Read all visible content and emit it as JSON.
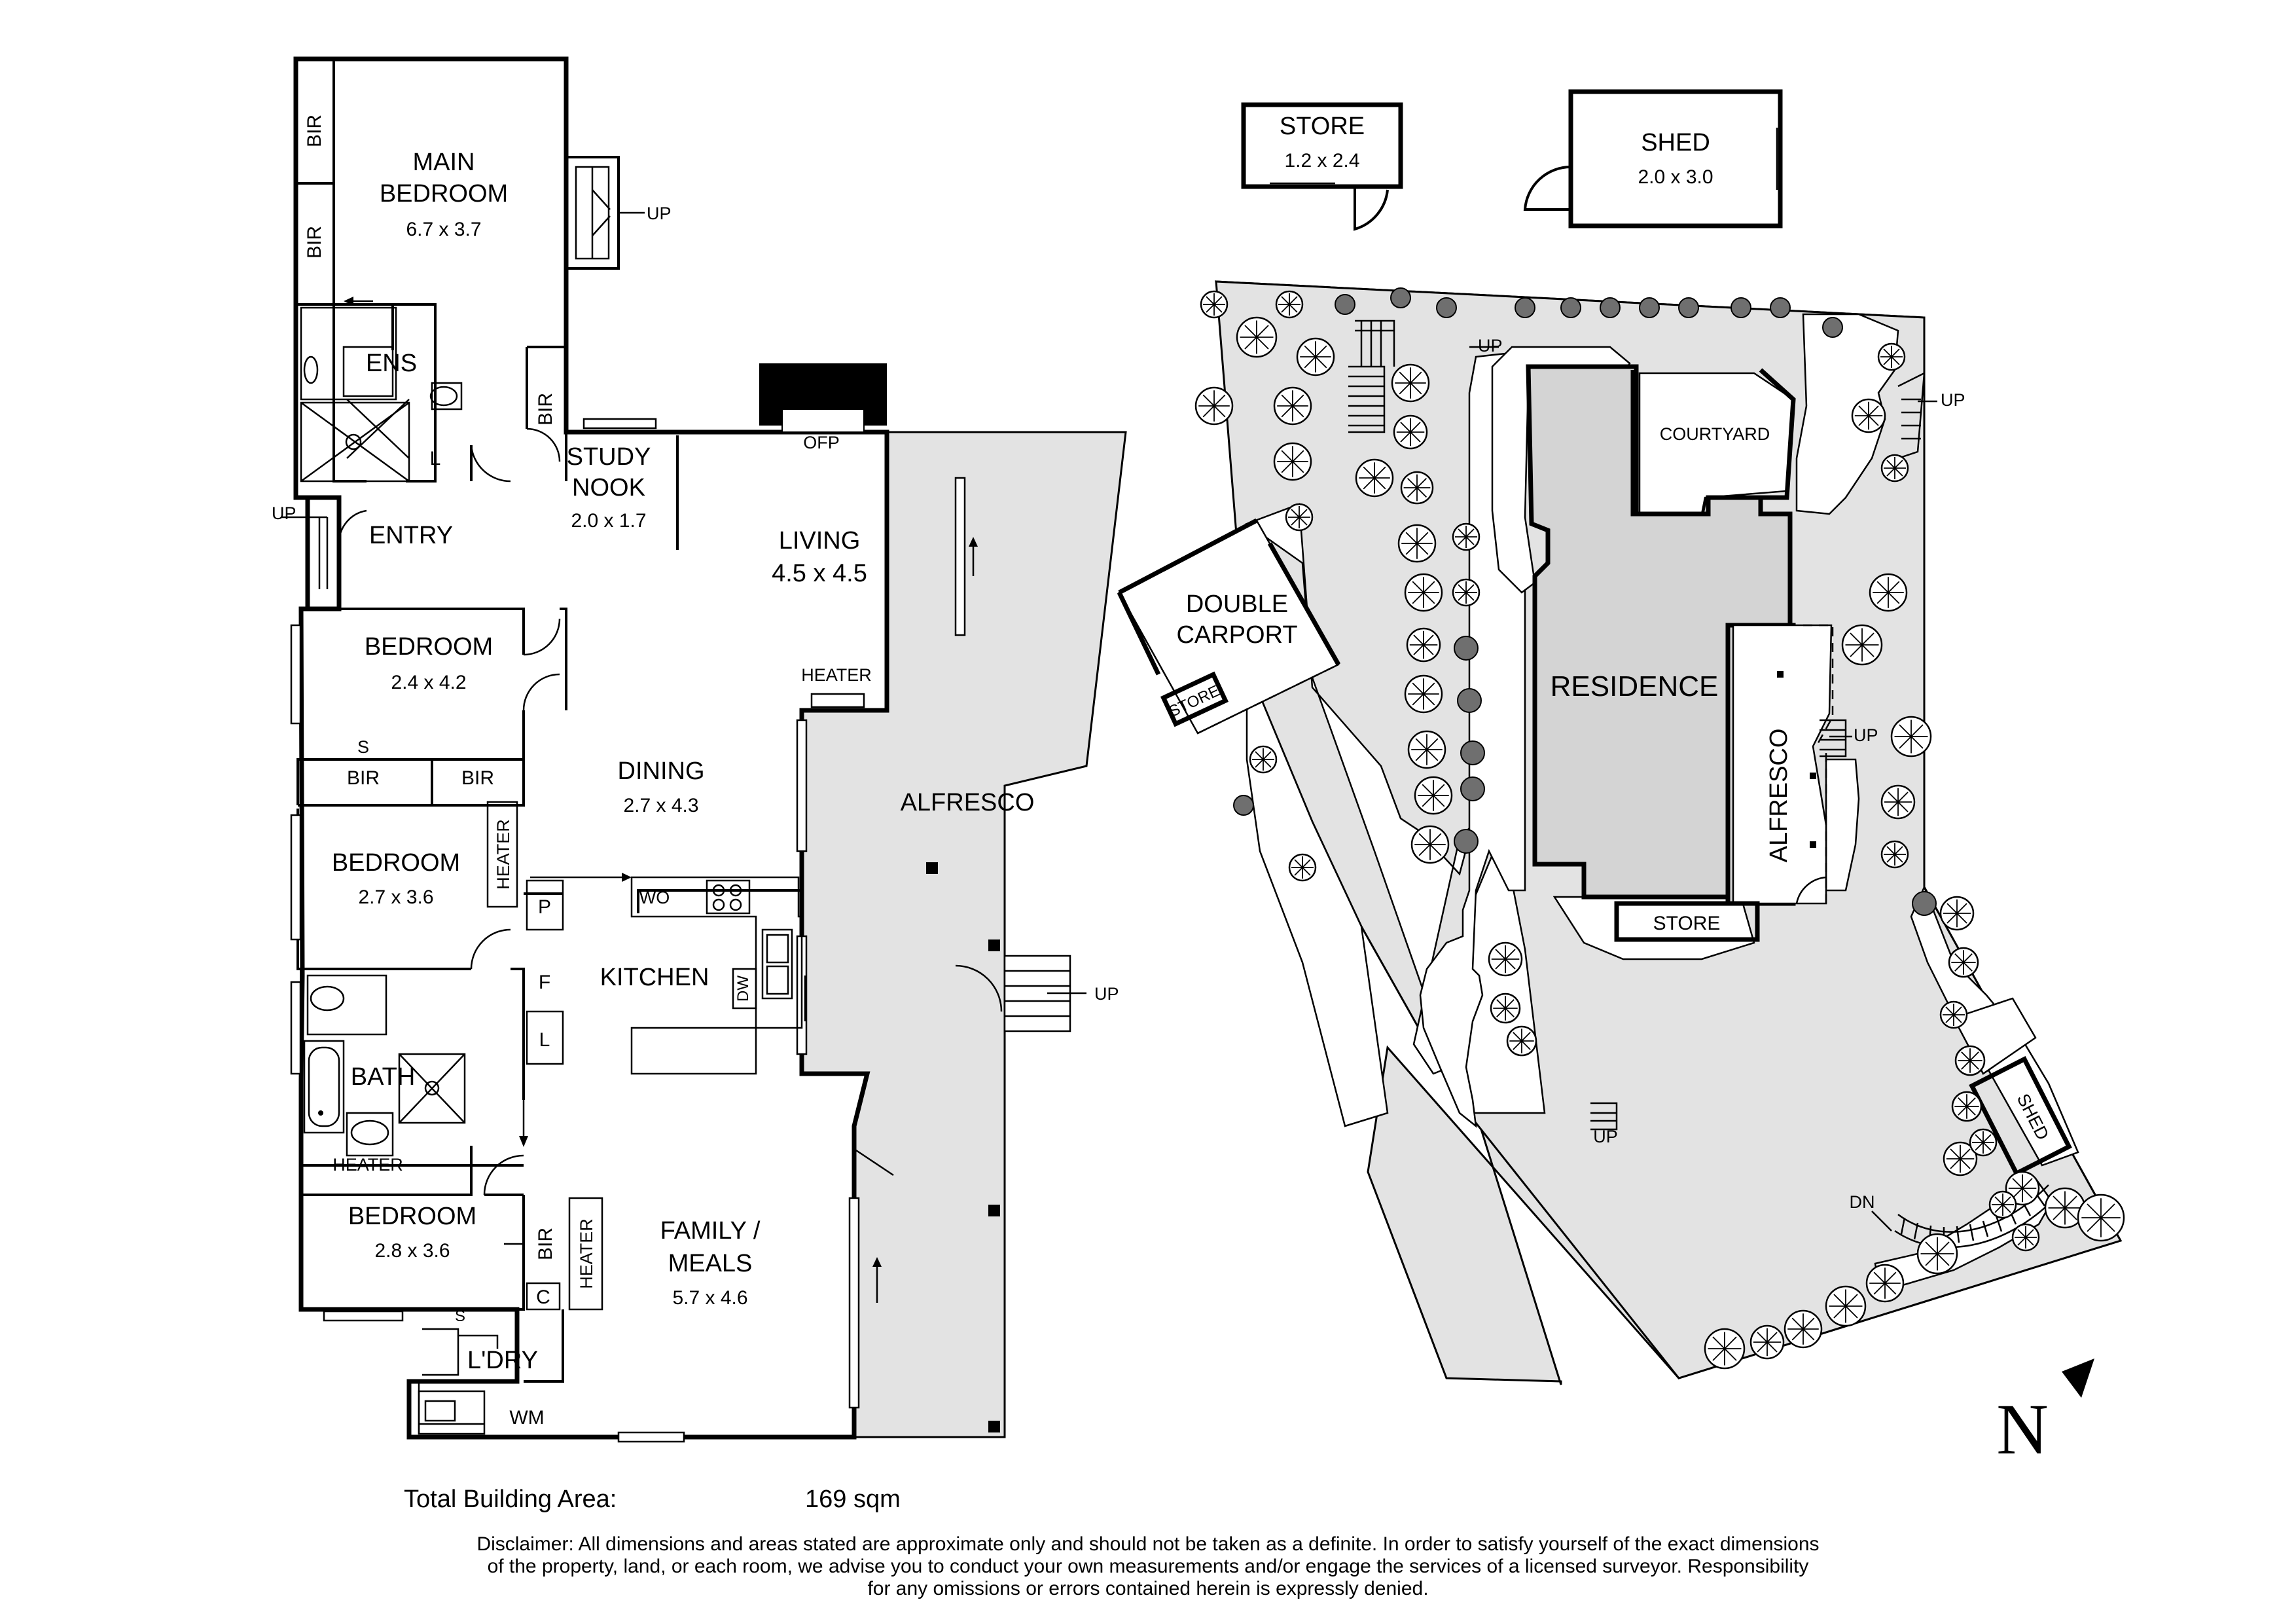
{
  "floor_plan": {
    "rooms": {
      "main_bedroom": {
        "name_line1": "MAIN",
        "name_line2": "BEDROOM",
        "dims": "6.7 x 3.7"
      },
      "ens": {
        "name": "ENS"
      },
      "study_nook": {
        "name_line1": "STUDY",
        "name_line2": "NOOK",
        "dims": "2.0 x 1.7"
      },
      "entry": {
        "name": "ENTRY"
      },
      "living": {
        "name": "LIVING",
        "dims": "4.5 x 4.5"
      },
      "ofp": {
        "name": "OFP"
      },
      "bedroom2": {
        "name": "BEDROOM",
        "dims": "2.4 x 4.2"
      },
      "dining": {
        "name": "DINING",
        "dims": "2.7 x 4.3"
      },
      "bedroom3": {
        "name": "BEDROOM",
        "dims": "2.7 x 3.6"
      },
      "kitchen": {
        "name": "KITCHEN"
      },
      "bath": {
        "name": "BATH"
      },
      "bedroom4": {
        "name": "BEDROOM",
        "dims": "2.8 x 3.6"
      },
      "family": {
        "name_line1": "FAMILY /",
        "name_line2": "MEALS",
        "dims": "5.7 x 4.6"
      },
      "laundry": {
        "name": "L'DRY"
      },
      "alfresco": {
        "name": "ALFRESCO"
      }
    },
    "fixtures": {
      "bir": "BIR",
      "heater": "HEATER",
      "linen": "L",
      "shelf": "S",
      "pantry": "P",
      "fridge": "F",
      "cupboard": "C",
      "wood_oven": "WO",
      "dishwasher": "DW",
      "washing_machine": "WM",
      "up": "UP",
      "down": "DN"
    }
  },
  "site_plan": {
    "store_detached": {
      "name": "STORE",
      "dims": "1.2 x 2.4"
    },
    "shed_detached": {
      "name": "SHED",
      "dims": "2.0 x 3.0"
    },
    "courtyard": "COURTYARD",
    "residence": "RESIDENCE",
    "carport_line1": "DOUBLE",
    "carport_line2": "CARPORT",
    "alfresco": "ALFRESCO",
    "store": "STORE",
    "shed": "SHED",
    "north": "N"
  },
  "summary": {
    "area_label": "Total Building Area:",
    "area_value": "169 sqm"
  },
  "disclaimer": {
    "line1": "Disclaimer: All dimensions and areas stated are approximate only and should not be taken as a definite. In order to satisfy yourself of the exact dimensions",
    "line2": "of the property, land, or each room, we advise you to conduct your own measurements and/or engage the services of a licensed surveyor. Responsibility",
    "line3": "for any omissions or errors contained herein is expressly denied."
  },
  "colors": {
    "wall": "#000000",
    "outdoor_area": "#e3e3e3",
    "residence_fill": "#d4d4d4",
    "background": "#ffffff"
  }
}
